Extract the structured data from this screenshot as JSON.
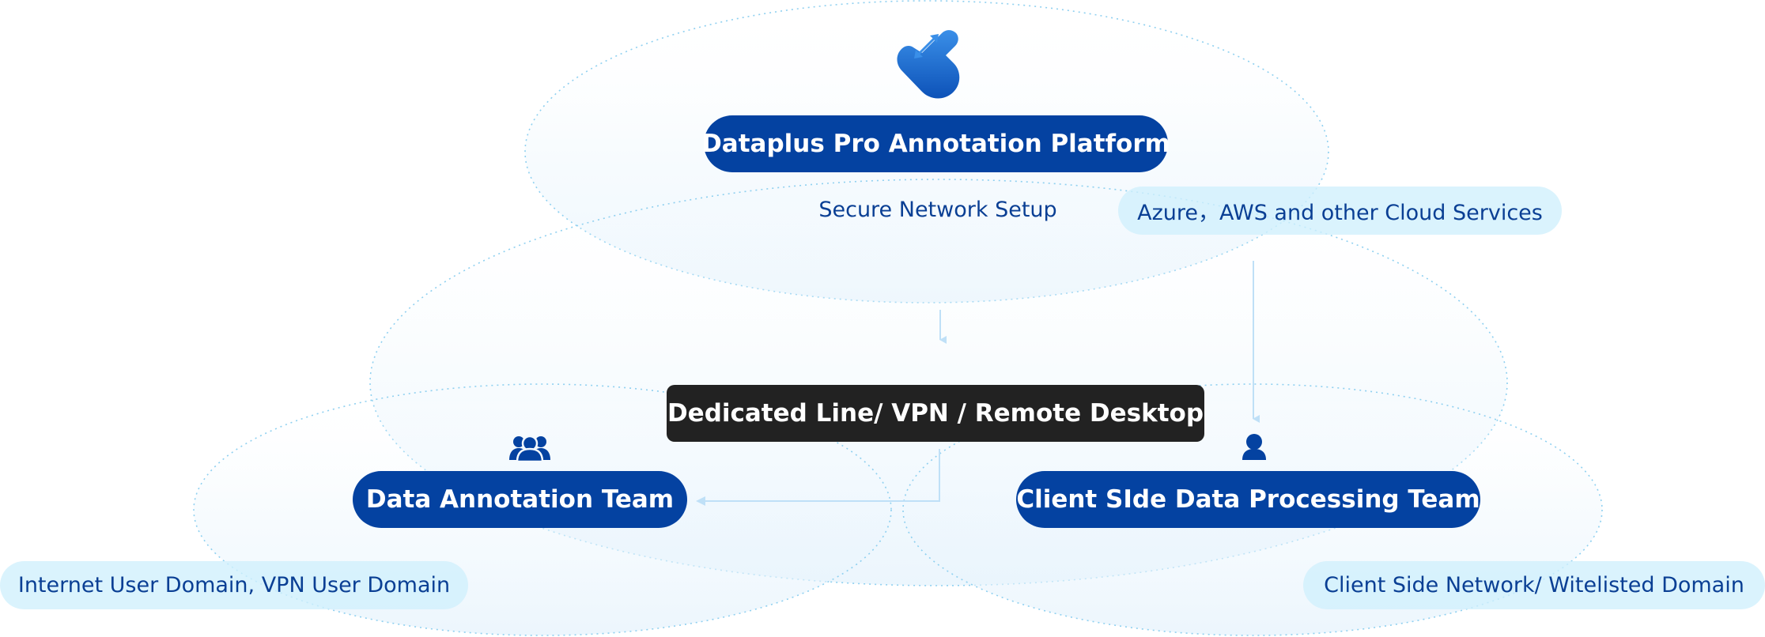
{
  "diagram": {
    "platform": {
      "label": "Dataplus Pro Annotation Platform",
      "icon": "hand-touch-gesture-icon"
    },
    "secure_network_label": "Secure Network Setup",
    "cloud_services_label": "Azure，AWS and other Cloud Services",
    "connection": {
      "label": "Dedicated Line/ VPN / Remote Desktop"
    },
    "data_annotation_team": {
      "label": "Data Annotation Team",
      "icon": "user-group-icon"
    },
    "client_team": {
      "label": "Client SIde Data Processing Team",
      "icon": "user-icon"
    },
    "internet_domain_label": "Internet User Domain, VPN User Domain",
    "client_network_label": "Client Side Network/ Witelisted Domain"
  },
  "colors": {
    "primary_blue": "#0442a1",
    "dark_box": "#222222",
    "light_pill": "#d9f3fc",
    "text_blue": "#0a3f94",
    "dotted_line": "#8fd0f0",
    "arrow": "#bfe0f7"
  }
}
